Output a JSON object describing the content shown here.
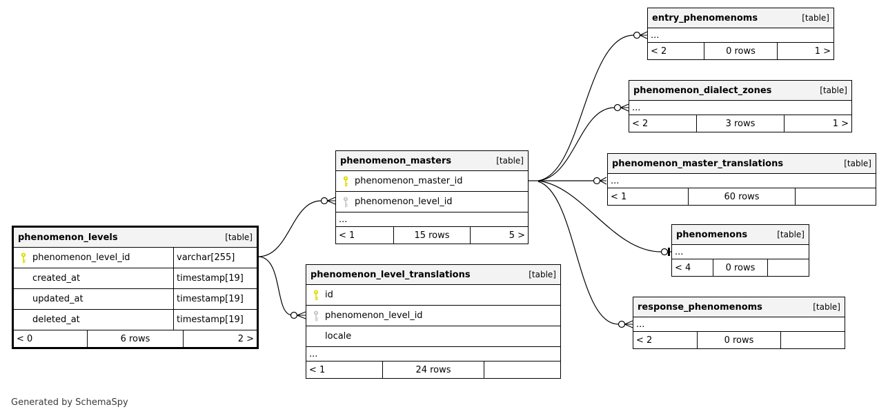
{
  "app": {
    "generated_note": "Generated by SchemaSpy"
  },
  "colors": {
    "primary_key_icon": "#dcdc00",
    "foreign_key_icon": "#c6c6c6",
    "header_bg": "#f3f3f3",
    "edge_line": "#000000"
  },
  "tables": {
    "levels": {
      "title": "phenomenon_levels",
      "tag": "[table]",
      "columns": [
        {
          "icon": "primary-key",
          "name": "phenomenon_level_id",
          "type": "varchar[255]"
        },
        {
          "icon": "none",
          "name": "created_at",
          "type": "timestamp[19]"
        },
        {
          "icon": "none",
          "name": "updated_at",
          "type": "timestamp[19]"
        },
        {
          "icon": "none",
          "name": "deleted_at",
          "type": "timestamp[19]"
        }
      ],
      "footer": {
        "left": "< 0",
        "center": "6 rows",
        "right": "2 >"
      }
    },
    "masters": {
      "title": "phenomenon_masters",
      "tag": "[table]",
      "columns": [
        {
          "icon": "primary-key",
          "name": "phenomenon_master_id"
        },
        {
          "icon": "foreign-key",
          "name": "phenomenon_level_id"
        }
      ],
      "ellipsis": "...",
      "footer": {
        "left": "< 1",
        "center": "15 rows",
        "right": "5 >"
      }
    },
    "level_tr": {
      "title": "phenomenon_level_translations",
      "tag": "[table]",
      "columns": [
        {
          "icon": "primary-key",
          "name": "id"
        },
        {
          "icon": "foreign-key",
          "name": "phenomenon_level_id"
        },
        {
          "icon": "none",
          "name": "locale"
        }
      ],
      "ellipsis": "...",
      "footer": {
        "left": "< 1",
        "center": "24 rows",
        "right": ""
      }
    },
    "entry": {
      "title": "entry_phenomenoms",
      "tag": "[table]",
      "ellipsis": "...",
      "footer": {
        "left": "< 2",
        "center": "0 rows",
        "right": "1 >"
      }
    },
    "dialect": {
      "title": "phenomenon_dialect_zones",
      "tag": "[table]",
      "ellipsis": "...",
      "footer": {
        "left": "< 2",
        "center": "3 rows",
        "right": "1 >"
      }
    },
    "master_tr": {
      "title": "phenomenon_master_translations",
      "tag": "[table]",
      "ellipsis": "...",
      "footer": {
        "left": "< 1",
        "center": "60 rows",
        "right": ""
      }
    },
    "phenomenons": {
      "title": "phenomenons",
      "tag": "[table]",
      "ellipsis": "...",
      "footer": {
        "left": "< 4",
        "center": "0 rows",
        "right": ""
      }
    },
    "response": {
      "title": "response_phenomenoms",
      "tag": "[table]",
      "ellipsis": "...",
      "footer": {
        "left": "< 2",
        "center": "0 rows",
        "right": ""
      }
    }
  }
}
